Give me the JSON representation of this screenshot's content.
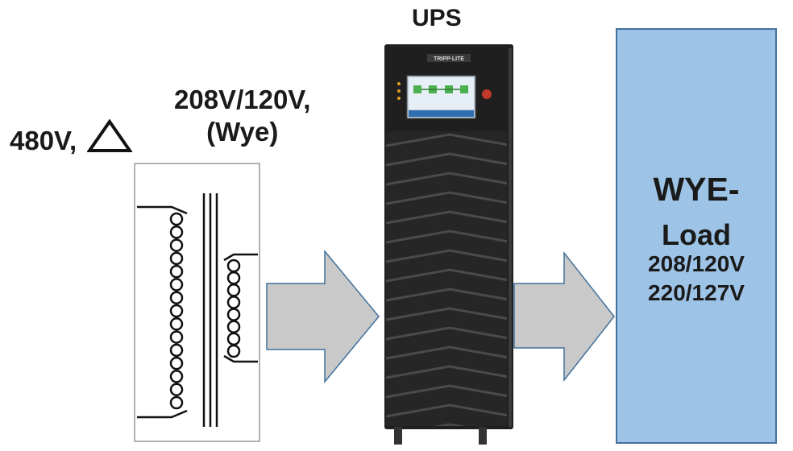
{
  "input": {
    "voltage_label": "480V,",
    "symbol": "delta-symbol"
  },
  "secondary": {
    "line1": "208V/120V,",
    "line2": "(Wye)"
  },
  "ups": {
    "title": "UPS",
    "brand": "TRIPP·LITE"
  },
  "load": {
    "title": "WYE-",
    "subtitle": "Load",
    "voltage1": "208/120V",
    "voltage2": "220/127V"
  },
  "colors": {
    "arrow_fill": "#c9c9c9",
    "arrow_stroke": "#41719c",
    "load_fill": "#9dc3e6",
    "ups_body": "#1f1f1f"
  }
}
